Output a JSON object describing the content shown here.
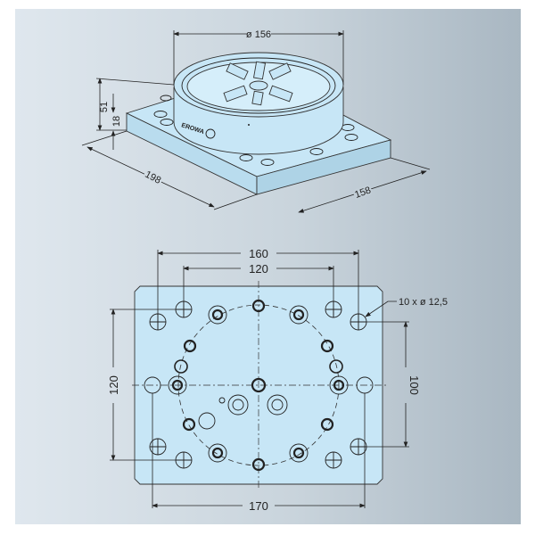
{
  "iso_view": {
    "dim_diameter": "ø 156",
    "dim_height_total": "51",
    "dim_height_base": "18",
    "dim_length": "198",
    "dim_width": "158",
    "brand_mark": "EROWA"
  },
  "top_view": {
    "dim_outer_spacing": "160",
    "dim_inner_spacing": "120",
    "dim_bottom_spacing": "170",
    "dim_left_vertical": "120",
    "dim_right_vertical": "100",
    "hole_callout": "10 x ø 12,5"
  }
}
